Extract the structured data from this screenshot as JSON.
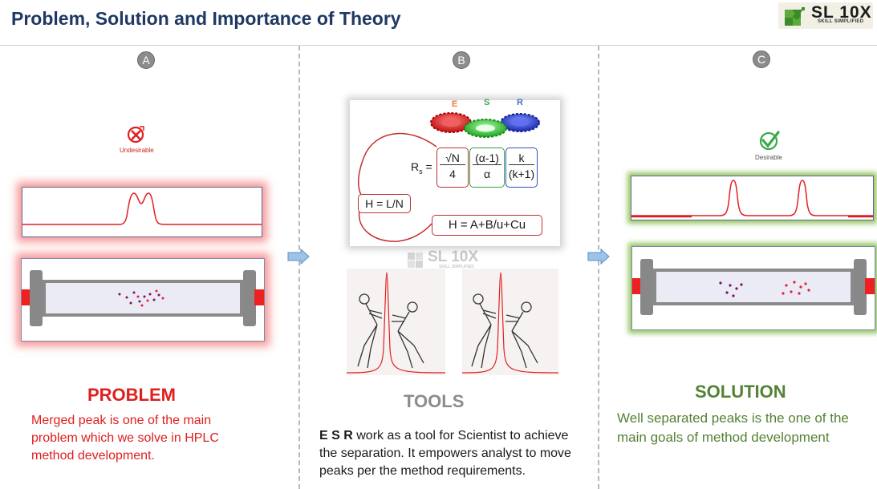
{
  "title": "Problem, Solution and Importance of Theory",
  "logo": {
    "text": "SL 10X",
    "subtitle": "SKILL SIMPLIFIED"
  },
  "panels": [
    {
      "id": "A",
      "status": "Undesirable",
      "status_icon": "cross-circle-icon",
      "heading": "PROBLEM",
      "description_lines": [
        "Merged peak is one of the main",
        "problem which we solve in HPLC",
        "method development."
      ],
      "color": "#e01e1e"
    },
    {
      "id": "B",
      "heading": "TOOLS",
      "description_bold": "E S R",
      "description_lines": [
        " work as a tool for Scientist to achieve",
        "the separation. It empowers analyst to move",
        "peaks per the method requirements."
      ],
      "color": "#8c8c8c"
    },
    {
      "id": "C",
      "status": "Desirable",
      "status_icon": "check-circle-icon",
      "heading": "SOLUTION",
      "description_lines": [
        "Well separated peaks is the one of the",
        "main goals of method development"
      ],
      "color": "#548235"
    }
  ],
  "esr": {
    "letters": [
      "E",
      "S",
      "R"
    ],
    "colors": {
      "E": "#ed7d31",
      "S": "#3aa84a",
      "R": "#4472c4",
      "gear_e": "#e02020",
      "gear_s": "#30c030",
      "gear_r": "#2a3ed0"
    },
    "rs_symbol": "R",
    "rs_sub": "s",
    "equals": "=",
    "term1": {
      "num": "√N",
      "den": "4"
    },
    "term2": {
      "num": "(α-1)",
      "den": "α"
    },
    "term3": {
      "num": "k",
      "den": "(k+1)"
    },
    "h1": "H = L/N",
    "h2": "H = A+B/u+Cu",
    "watermark_text": "SL 10X",
    "watermark_sub": "SKILL SIMPLIFIED"
  }
}
